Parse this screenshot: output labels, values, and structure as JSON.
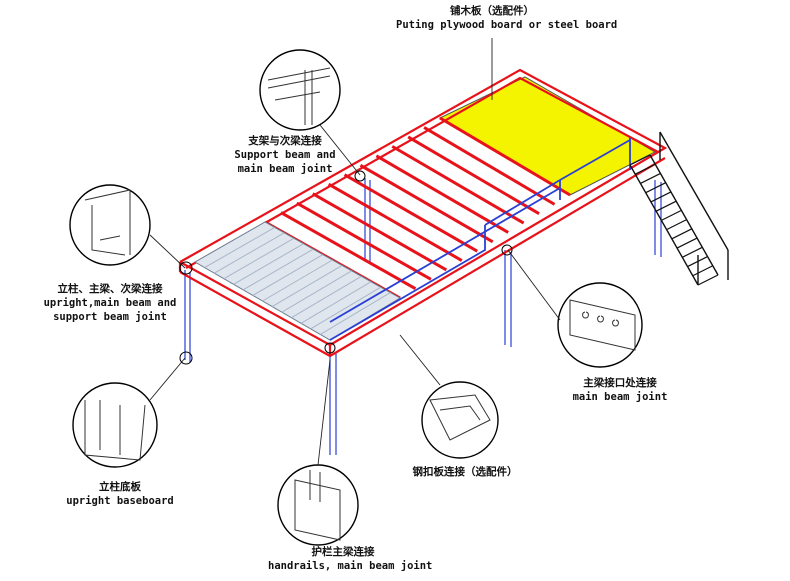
{
  "labels": {
    "plywood": {
      "zh": "铺木板（选配件）",
      "en": "Puting plywood board or steel board"
    },
    "support_joint": {
      "zh": "支架与次梁连接",
      "en1": "Support beam and",
      "en2": "main beam joint"
    },
    "upright_joint": {
      "zh": "立柱、主梁、次梁连接",
      "en1": "upright,main beam and",
      "en2": "support beam joint"
    },
    "main_beam_joint": {
      "zh": "主梁接口处连接",
      "en": "main beam joint"
    },
    "baseboard": {
      "zh": "立柱底板",
      "en": "upright baseboard"
    },
    "steel_clip": {
      "zh": "钢扣板连接（选配件）"
    },
    "handrail_joint": {
      "zh": "护栏主梁连接",
      "en": "handrails, main beam joint"
    }
  },
  "colors": {
    "frame": "#e8121a",
    "upright": "#2a3fd6",
    "plywood": "#f4f400",
    "grating": "#a9b6c8",
    "stair": "#111111"
  }
}
